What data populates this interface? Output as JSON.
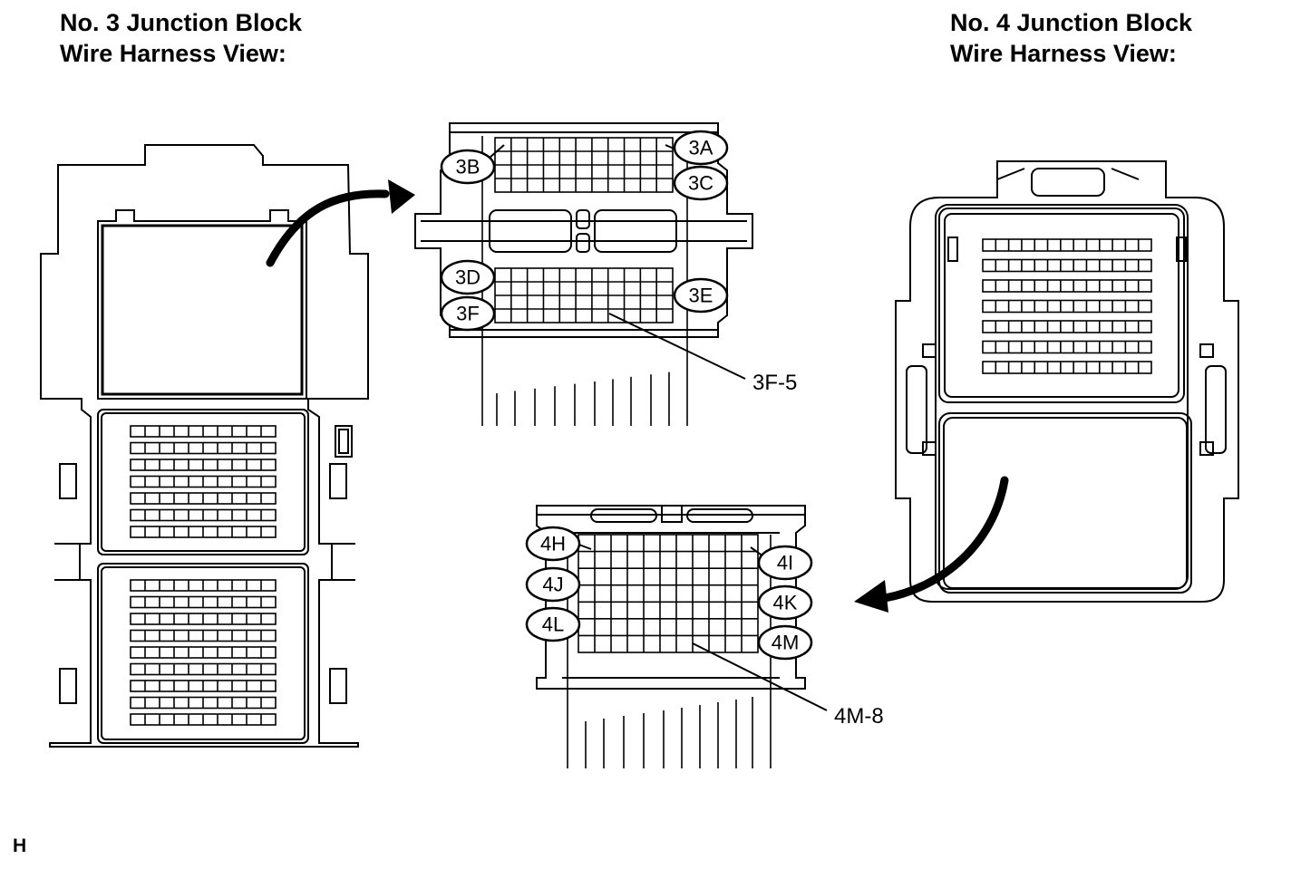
{
  "left_block": {
    "title_line1": "No. 3 Junction Block",
    "title_line2": "Wire Harness View:"
  },
  "right_block": {
    "title_line1": "No. 4 Junction Block",
    "title_line2": "Wire Harness View:"
  },
  "connector3": {
    "labels": [
      "3A",
      "3B",
      "3C",
      "3D",
      "3E",
      "3F"
    ],
    "callout": "3F-5"
  },
  "connector4": {
    "labels": [
      "4H",
      "4I",
      "4J",
      "4K",
      "4L",
      "4M"
    ],
    "callout": "4M-8"
  },
  "figure_code": "H",
  "colors": {
    "ink": "#000000",
    "paper": "#ffffff"
  }
}
